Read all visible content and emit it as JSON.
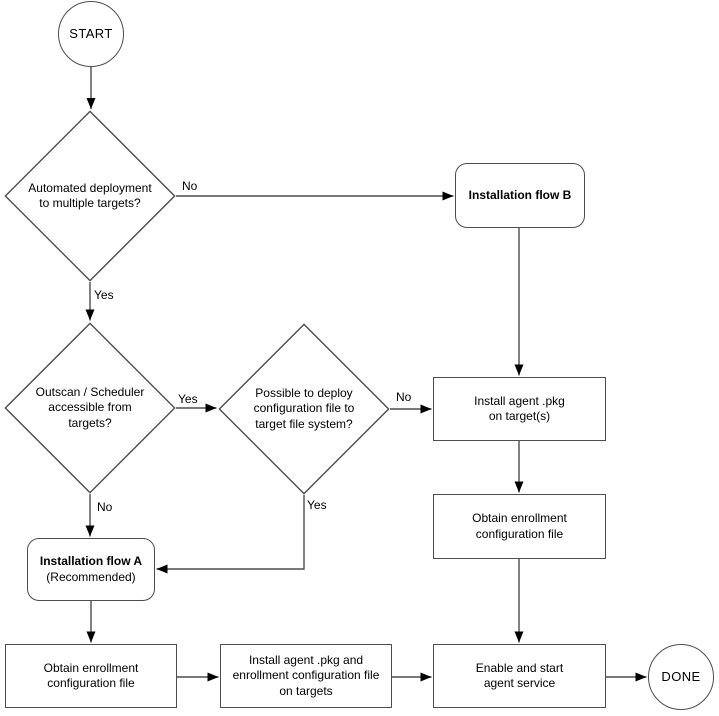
{
  "diagram": {
    "type": "flowchart",
    "colors": {
      "bg": "#ffffff",
      "stroke": "#4d4d4d",
      "arrow": "#000000",
      "text": "#000000",
      "fill": "#ffffff"
    }
  },
  "nodes": {
    "start": {
      "label": "START",
      "shape": "circle"
    },
    "d_automated": {
      "label": "Automated deployment\nto multiple targets?",
      "shape": "diamond"
    },
    "flow_b": {
      "label": "Installation flow B",
      "shape": "rounded"
    },
    "d_outscan": {
      "label": "Outscan / Scheduler\naccessible from\ntargets?",
      "shape": "diamond"
    },
    "d_possible": {
      "label": "Possible to deploy\nconfiguration file to\ntarget file system?",
      "shape": "diamond"
    },
    "install_pkg_targets": {
      "label": "Install agent .pkg\non target(s)",
      "shape": "rect"
    },
    "obtain_enrollment_right": {
      "label": "Obtain enrollment\nconfiguration file",
      "shape": "rect"
    },
    "flow_a": {
      "title": "Installation flow A",
      "subtitle": "(Recommended)",
      "shape": "rounded"
    },
    "obtain_enrollment_left": {
      "label": "Obtain enrollment\nconfiguration file",
      "shape": "rect"
    },
    "install_pkg_enrollment": {
      "label": "Install agent .pkg and\nenrollment configuration file\non targets",
      "shape": "rect"
    },
    "enable_start_service": {
      "label": "Enable and start\nagent service",
      "shape": "rect"
    },
    "done": {
      "label": "DONE",
      "shape": "circle"
    }
  },
  "edge_labels": {
    "d1_no": "No",
    "d1_yes": "Yes",
    "d2_yes": "Yes",
    "d2_no": "No",
    "d3_no": "No",
    "d3_yes": "Yes"
  }
}
